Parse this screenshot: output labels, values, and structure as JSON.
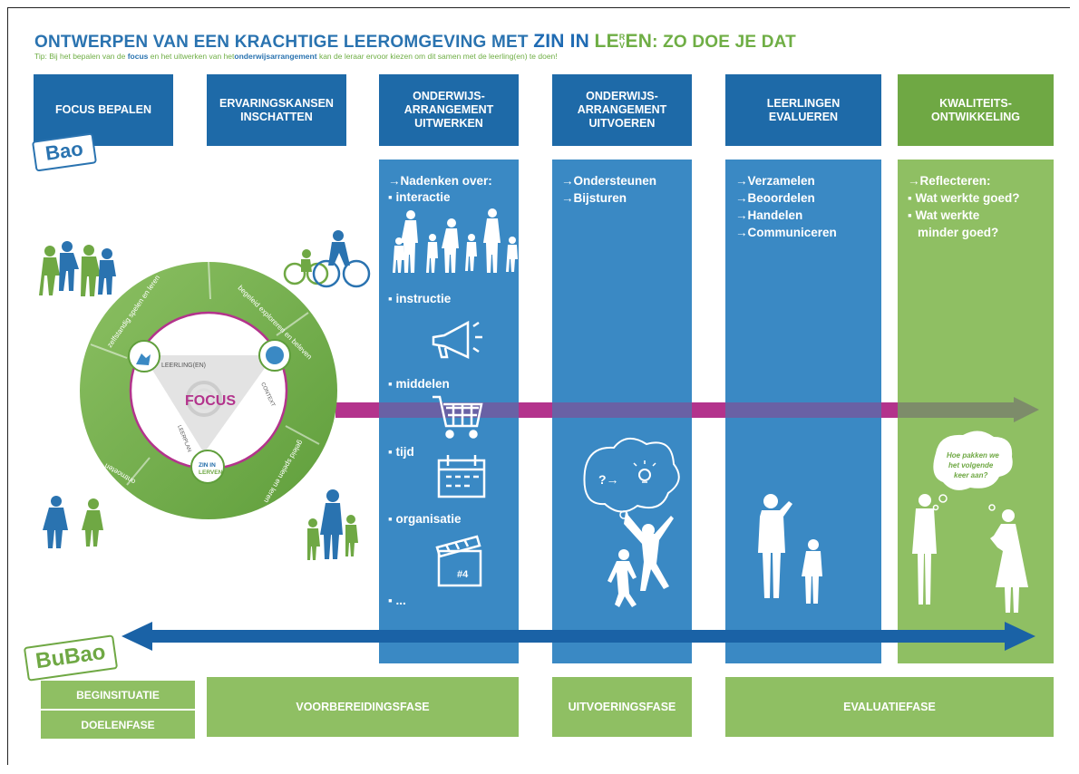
{
  "title": {
    "main": "ONTWERPEN VAN EEN KRACHTIGE LEEROMGEVING MET",
    "zin": "ZIN IN",
    "leren": "LE",
    "leren_r": "R",
    "leren_v": "V",
    "leren_end": "EN",
    "tail": ": ZO DOE JE DAT"
  },
  "tip": {
    "lead": "Tip: Bij het bepalen van de",
    "focus": "focus",
    "mid": "en het uitwerken van het",
    "arrangement": "onderwijsarrangement",
    "end": "kan de leraar ervoor kiezen om dit samen met de leerling(en) te doen!"
  },
  "badges": {
    "bao": "Bao",
    "bubao": "BuBao"
  },
  "headers": [
    "FOCUS BEPALEN",
    "ERVARINGSKANSEN INSCHATTEN",
    "ONDERWIJS-ARRANGEMENT UITWERKEN",
    "ONDERWIJS-ARRANGEMENT UITVOEREN",
    "LEERLINGEN EVALUEREN",
    "KWALITEITS-ONTWIKKELING"
  ],
  "header_lines": [
    [
      "FOCUS BEPALEN"
    ],
    [
      "ERVARINGSKANSEN",
      "INSCHATTEN"
    ],
    [
      "ONDERWIJS-",
      "ARRANGEMENT",
      "UITWERKEN"
    ],
    [
      "ONDERWIJS-",
      "ARRANGEMENT",
      "UITVOEREN"
    ],
    [
      "LEERLINGEN",
      "EVALUEREN"
    ],
    [
      "KWALITEITS-",
      "ONTWIKKELING"
    ]
  ],
  "columns": {
    "uitwerken": {
      "intro": "→Nadenken over:",
      "items": [
        "▪ interactie",
        "▪ instructie",
        "▪ middelen",
        "▪ tijd",
        "▪ organisatie",
        "▪ ..."
      ]
    },
    "uitvoeren": {
      "items": [
        "→Ondersteunen",
        "→Bijsturen"
      ]
    },
    "evalueren": {
      "items": [
        "→Verzamelen",
        "→Beoordelen",
        "→Handelen",
        "→Communiceren"
      ]
    },
    "kwaliteit": {
      "items": [
        "→Reflecteren:",
        "▪ Wat werkte goed?",
        "▪ Wat werkte",
        "minder goed?"
      ]
    }
  },
  "circle": {
    "center": "FOCUS",
    "inner_labels": [
      "LEERLING(EN)",
      "CONTEXT",
      "LEERPLAN"
    ],
    "ring_labels": [
      "zelfstandig spelen en leren",
      "begeleid exploreren en beleven",
      "geleid spelen en leren",
      "ontmoeten"
    ],
    "logo_top": "ZIN IN",
    "logo_bottom": "LE",
    "logo_r": "R",
    "logo_v": "V",
    "logo_end": "EN"
  },
  "thought_bubble": {
    "text_lines": [
      "Hoe pakken we",
      "het volgende",
      "keer aan?"
    ],
    "formula": "?→"
  },
  "clapper_text": "#4",
  "phases": {
    "beginsituatie": "BEGINSITUATIE",
    "doelenfase": "DOELENFASE",
    "voorbereiding": "VOORBEREIDINGSFASE",
    "uitvoering": "UITVOERINGSFASE",
    "evaluatie": "EVALUATIEFASE"
  },
  "colors": {
    "blue_dark": "#1e6aa8",
    "blue_col": "#3a89c4",
    "green": "#6fa844",
    "green_light": "#8fbf63",
    "magenta": "#b3338c",
    "arrow_blue": "#1a62a6"
  }
}
